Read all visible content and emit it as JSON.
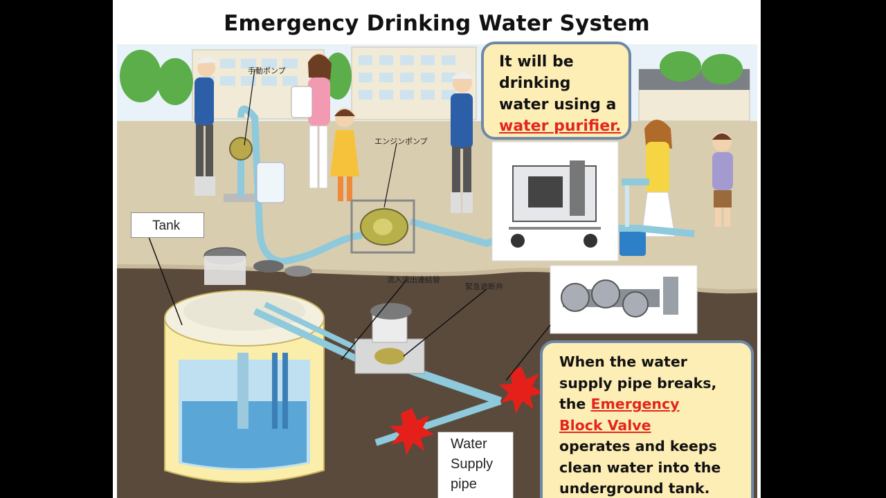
{
  "title": "Emergency Drinking Water System",
  "callout_purifier": {
    "lines": [
      "It will be",
      "drinking",
      "water using a"
    ],
    "highlight": "water purifier."
  },
  "callout_valve": {
    "lines": [
      "When the water",
      "supply pipe breaks,"
    ],
    "prefix": "the ",
    "highlight_1": "Emergency",
    "highlight_2": "Block Valve",
    "lines_after": [
      "operates and keeps",
      "clean water into the",
      "underground tank."
    ]
  },
  "labels": {
    "tank": "Tank",
    "water_supply_pipe": [
      "Water",
      "Supply",
      "pipe"
    ]
  },
  "japanese_labels": {
    "hand_pump": "手動ポンプ",
    "engine_pump": "エンジンポンプ",
    "connection_pipe": "流入流出連結管",
    "emergency_valve": "緊急遮断弁"
  },
  "colors": {
    "callout_fill": "#fdeeb5",
    "callout_border": "#6f88a8",
    "highlight": "#e2261c",
    "pipe": "#8ec9dc",
    "tank": "#fbeeaa",
    "water": "#5aa6d6",
    "underground": "#5a4a3c",
    "ground": "#d9cdb0",
    "burst": "#e5201a"
  }
}
